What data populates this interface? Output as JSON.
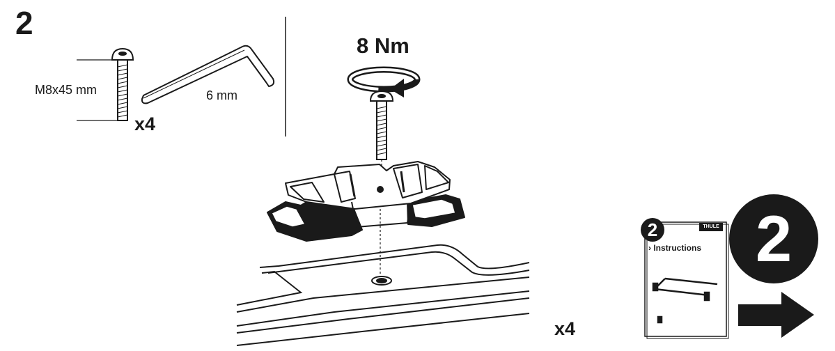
{
  "step": {
    "number": "2"
  },
  "parts": {
    "screw_size": "M8x45 mm",
    "screw_quantity": "x4",
    "hex_key_size": "6 mm"
  },
  "assembly": {
    "torque": "8 Nm",
    "quantity": "x4"
  },
  "booklet": {
    "step_number": "2",
    "brand": "THULE",
    "title": "› Instructions"
  },
  "next_step": {
    "number": "2",
    "icon": "arrow-right-icon"
  },
  "colors": {
    "ink": "#1a1a1a",
    "background": "#ffffff"
  }
}
